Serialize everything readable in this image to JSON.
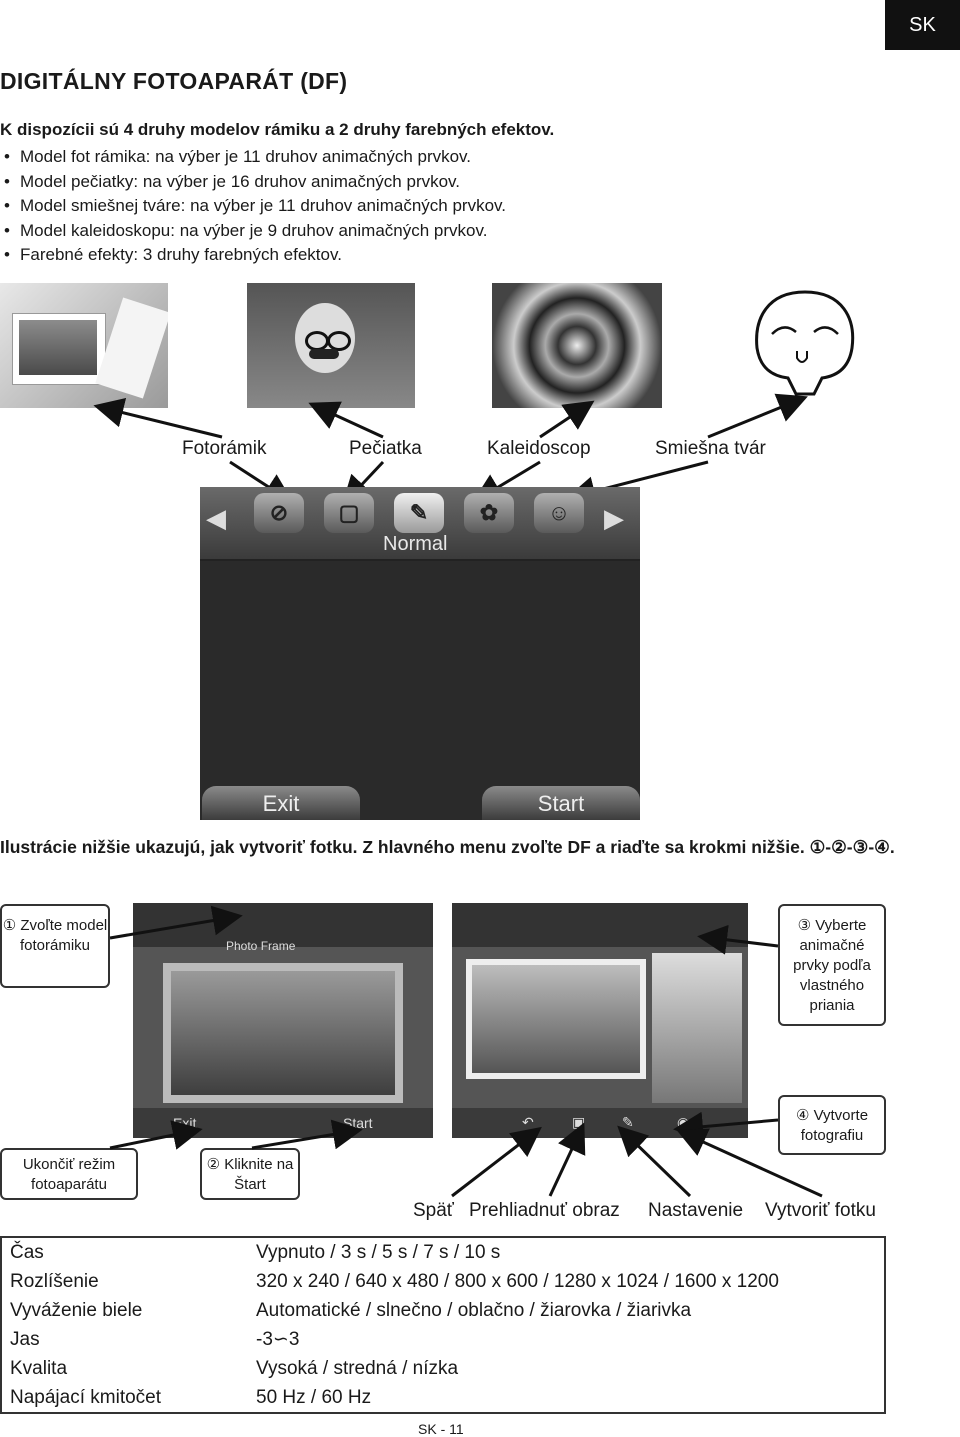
{
  "lang_tab": "SK",
  "title": "DIGITÁLNY FOTOAPARÁT (DF)",
  "intro": "K dispozícii sú 4 druhy modelov rámiku a 2 druhy farebných efektov.",
  "bullets": [
    "Model fot rámika: na výber je 11 druhov animačných prvkov.",
    "Model pečiatky: na výber je 16 druhov animačných prvkov.",
    "Model smiešnej tváre: na výber je 11 druhov animačných prvkov.",
    "Model kaleidoskopu: na výber je 9 druhov animačných prvkov.",
    "Farebné efekty: 3 druhy farebných efektov."
  ],
  "mode_labels": [
    "Fotorámik",
    "Pečiatka",
    "Kaleidoscop",
    "Smiešna tvár"
  ],
  "camera_screen": {
    "mode_name": "Normal",
    "exit_label": "Exit",
    "start_label": "Start",
    "icons": [
      "no-effect-icon",
      "frame-icon",
      "stamp-icon",
      "kaleidoscope-icon",
      "face-icon"
    ]
  },
  "steps_text": "Ilustrácie nižšie ukazujú, jak vytvoriť fotku. Z hlavného menu zvoľte DF a riaďte sa krokmi nižšie. ①-②-③-④.",
  "callouts": {
    "step1": "① Zvoľte model fotorámiku",
    "step2": "② Kliknite na Štart",
    "step3": "③ Vyberte animačné prvky podľa vlastného priania",
    "step4": "④ Vytvorte fotografiu",
    "exit": "Ukončiť režim fotoaparátu"
  },
  "left_shot": {
    "frame_label": "Photo Frame",
    "exit_label": "Exit",
    "start_label": "Start"
  },
  "bottom_labels": [
    "Späť",
    "Prehliadnuť obraz",
    "Nastavenie",
    "Vytvoriť fotku"
  ],
  "specs": [
    {
      "k": "Čas",
      "v": "Vypnuto / 3 s / 5 s / 7 s / 10 s"
    },
    {
      "k": "Rozlíšenie",
      "v": "320 x 240 / 640 x 480 / 800 x 600 / 1280 x 1024 / 1600 x 1200"
    },
    {
      "k": "Vyváženie biele",
      "v": "Automatické / slnečno / oblačno / žiarovka / žiarivka"
    },
    {
      "k": "Jas",
      "v": "-3∽3"
    },
    {
      "k": "Kvalita",
      "v": "Vysoká / stredná / nízka"
    },
    {
      "k": "Napájací kmitočet",
      "v": "50 Hz / 60 Hz"
    }
  ],
  "footer": "SK - 11"
}
